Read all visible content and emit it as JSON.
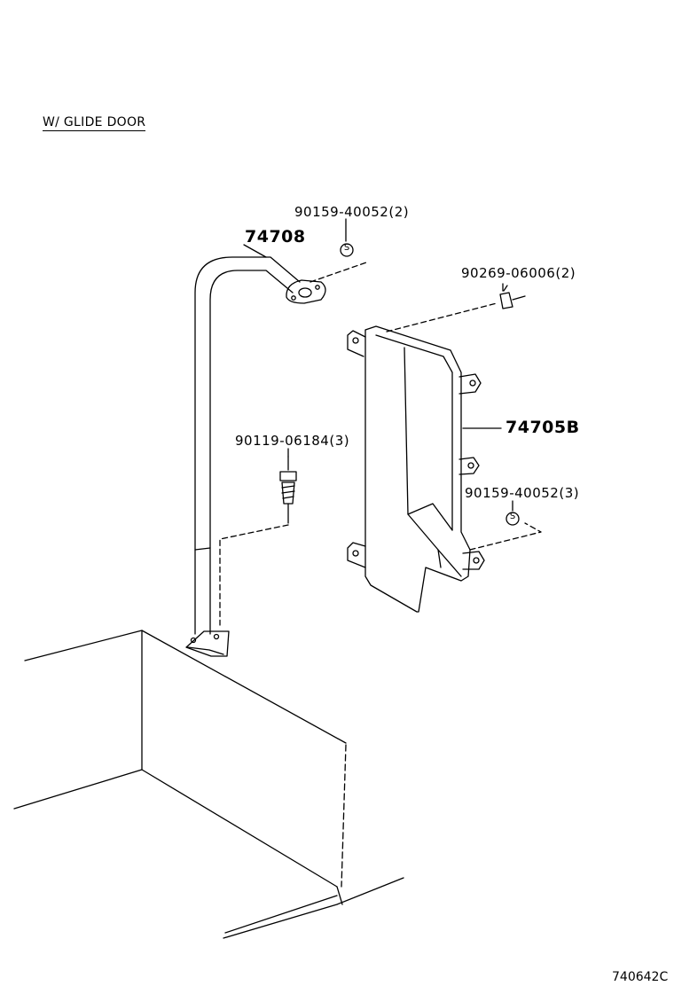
{
  "diagram": {
    "condition_label": "W/ GLIDE DOOR",
    "figure_code": "740642C",
    "symbol_s": "S",
    "parts": [
      {
        "number": "90159-40052(2)"
      },
      {
        "number": "74708"
      },
      {
        "number": "90269-06006(2)"
      },
      {
        "number": "74705B"
      },
      {
        "number": "90119-06184(3)"
      },
      {
        "number": "90159-40052(3)"
      }
    ]
  }
}
